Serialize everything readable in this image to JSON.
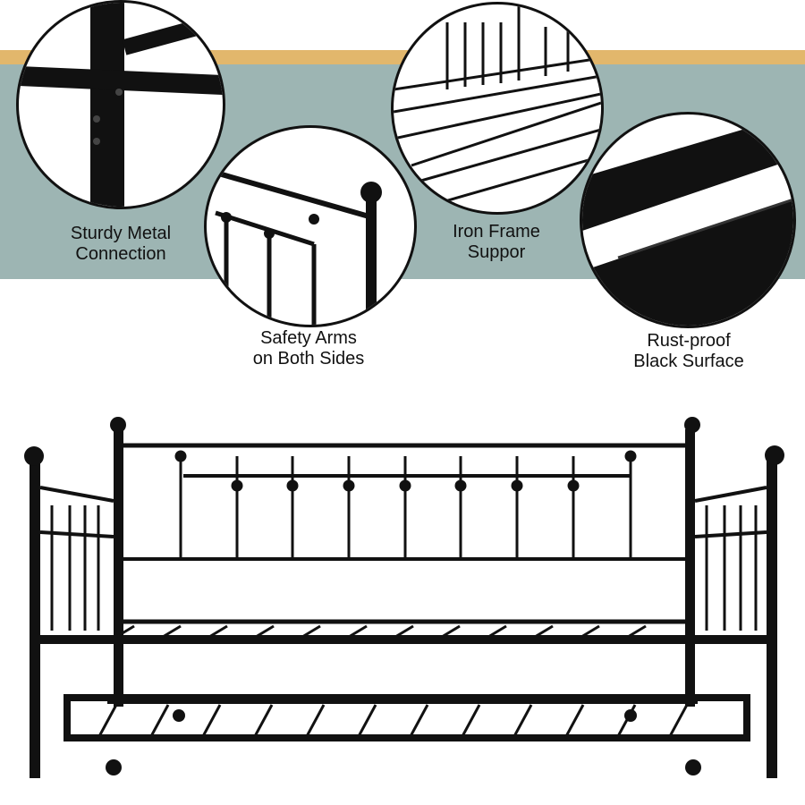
{
  "colors": {
    "band": "#9db5b3",
    "stripe": "#e2b76c",
    "metal": "#111111"
  },
  "features": [
    {
      "line1": "Sturdy Metal",
      "line2": "Connection"
    },
    {
      "line1": "Safety Arms",
      "line2": "on Both Sides"
    },
    {
      "line1": "Iron Frame",
      "line2": "Suppor"
    },
    {
      "line1": "Rust-proof",
      "line2": "Black Surface"
    }
  ]
}
